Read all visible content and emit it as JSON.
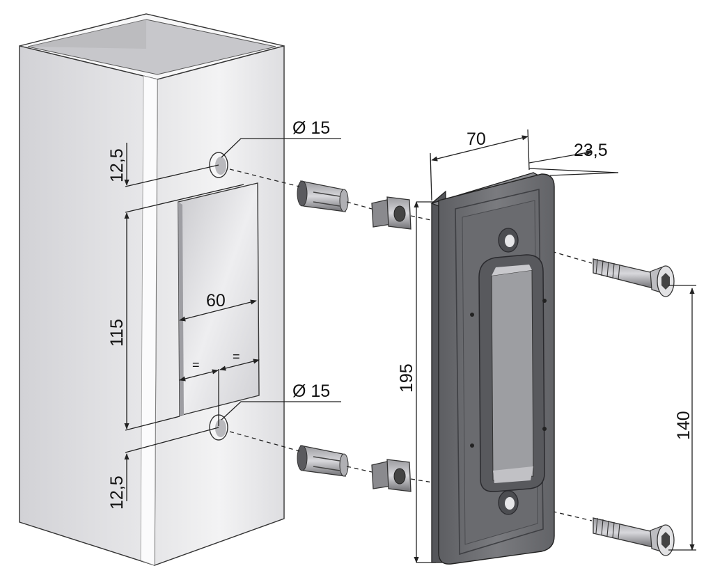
{
  "colors": {
    "post_light": "#f1f1f2",
    "post_mid": "#dcdcdf",
    "post_dark": "#bdbdc2",
    "plate": "#6f7074",
    "plate_dark": "#4e4f53",
    "plate_light": "#97989c",
    "line": "#222222"
  },
  "labels": {
    "hole_top_diameter": "Ø 15",
    "hole_bottom_diameter": "Ø 15",
    "top_margin": "12,5",
    "hole_spacing": "115",
    "bottom_margin": "12,5",
    "cutout_width": "60",
    "equal_left": "=",
    "equal_right": "=",
    "plate_width": "70",
    "plate_depth": "23,5",
    "plate_height": "195",
    "screw_spacing": "140"
  },
  "icons": {
    "top_insert": "sleeve-insert-icon",
    "bottom_insert": "sleeve-insert-icon",
    "top_nut": "square-nut-icon",
    "bottom_nut": "square-nut-icon",
    "top_screw": "countersunk-screw-icon",
    "bottom_screw": "countersunk-screw-icon"
  }
}
